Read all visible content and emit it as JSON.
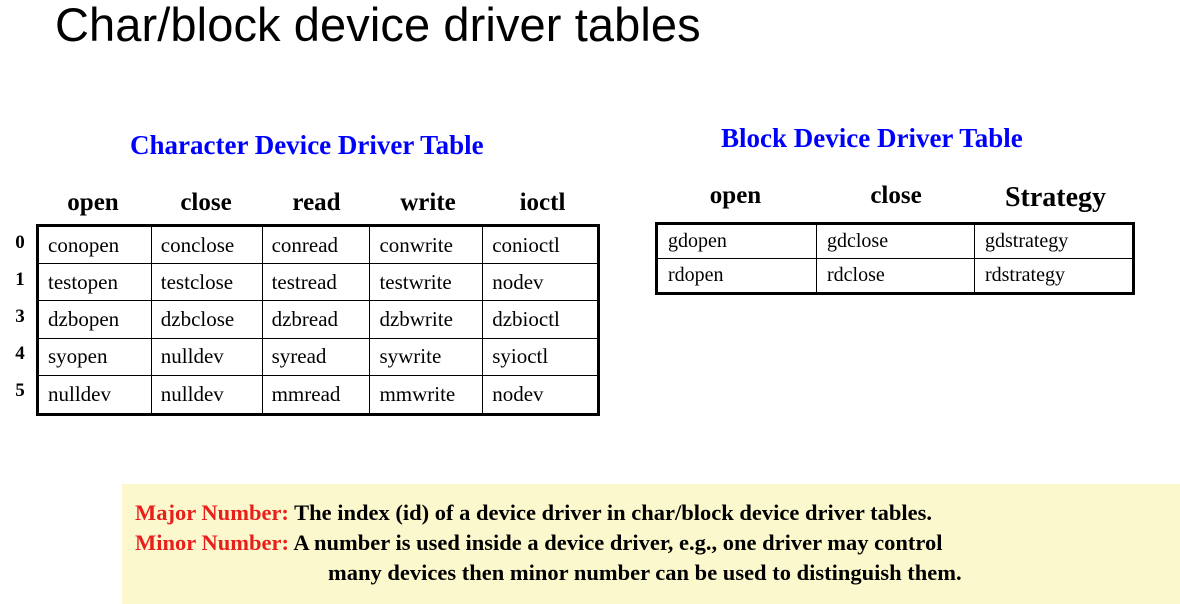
{
  "slide": {
    "title": "Char/block device driver tables",
    "heading_color": "#0000ff",
    "label_color": "#e8201c",
    "callout_bg": "#fbf8cd"
  },
  "char_table": {
    "heading": "Character Device Driver Table",
    "columns": [
      "open",
      "close",
      "read",
      "write",
      "ioctl"
    ],
    "row_index": [
      "0",
      "1",
      "3",
      "4",
      "5"
    ],
    "rows": [
      [
        "conopen",
        "conclose",
        "conread",
        "conwrite",
        "conioctl"
      ],
      [
        "testopen",
        "testclose",
        "testread",
        "testwrite",
        "nodev"
      ],
      [
        "dzbopen",
        "dzbclose",
        "dzbread",
        "dzbwrite",
        "dzbioctl"
      ],
      [
        "syopen",
        "nulldev",
        "syread",
        "sywrite",
        "syioctl"
      ],
      [
        "nulldev",
        "nulldev",
        "mmread",
        "mmwrite",
        "nodev"
      ]
    ]
  },
  "block_table": {
    "heading": "Block Device Driver Table",
    "columns": [
      "open",
      "close",
      "Strategy"
    ],
    "rows": [
      [
        "gdopen",
        "gdclose",
        "gdstrategy"
      ],
      [
        "rdopen",
        "rdclose",
        "rdstrategy"
      ]
    ]
  },
  "callout": {
    "major_label": "Major Number:",
    "major_text": " The index (id) of a device driver in char/block device driver tables.",
    "minor_label": "Minor Number:",
    "minor_text": " A number is used inside a device driver, e.g., one driver may control",
    "minor_text_line2": "many devices then minor number can be used to distinguish them."
  }
}
